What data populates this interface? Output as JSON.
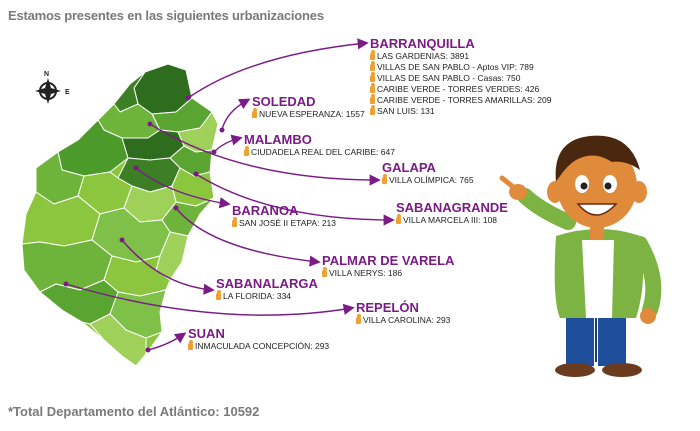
{
  "title": "Estamos presentes en las siguientes urbanizaciones",
  "footer": "*Total Departamento del Atlántico: 10592",
  "compass": {
    "north": "N",
    "east": "E",
    "icon": "compass-rose-icon"
  },
  "colors": {
    "name_purple": "#7b1b86",
    "arrow_purple": "#7b1b86",
    "map_dark": "#2f6d1e",
    "map_mid": "#4c9a2a",
    "map_light": "#8cc63f",
    "pin_orange": "#f0a030"
  },
  "municipalities": [
    {
      "name": "BARRANQUILLA",
      "projects": [
        "LAS GARDENIAS: 3891",
        "VILLAS DE SAN PABLO - Aptos VIP: 789",
        "VILLAS DE SAN PABLO - Casas: 750",
        "CARIBE VERDE - TORRES VERDES: 426",
        "CARIBE VERDE - TORRES AMARILLAS: 209",
        "SAN LUIS: 131"
      ]
    },
    {
      "name": "SOLEDAD",
      "projects": [
        "NUEVA ESPERANZA: 1557"
      ]
    },
    {
      "name": "MALAMBO",
      "projects": [
        "CIUDADELA REAL DEL CARIBE: 647"
      ]
    },
    {
      "name": "GALAPA",
      "projects": [
        "VILLA OLÍMPICA: 765"
      ]
    },
    {
      "name": "SABANAGRANDE",
      "projects": [
        "VILLA MARCELA III: 108"
      ]
    },
    {
      "name": "BARANOA",
      "projects": [
        "SAN JOSÉ II ETAPA: 213"
      ]
    },
    {
      "name": "PALMAR DE VARELA",
      "projects": [
        "VILLA NERYS: 186"
      ]
    },
    {
      "name": "SABANALARGA",
      "projects": [
        "LA FLORIDA: 334"
      ]
    },
    {
      "name": "REPELÓN",
      "projects": [
        "VILLA CAROLINA: 293"
      ]
    },
    {
      "name": "SUAN",
      "projects": [
        "INMACULADA CONCEPCIÓN: 293"
      ]
    }
  ]
}
